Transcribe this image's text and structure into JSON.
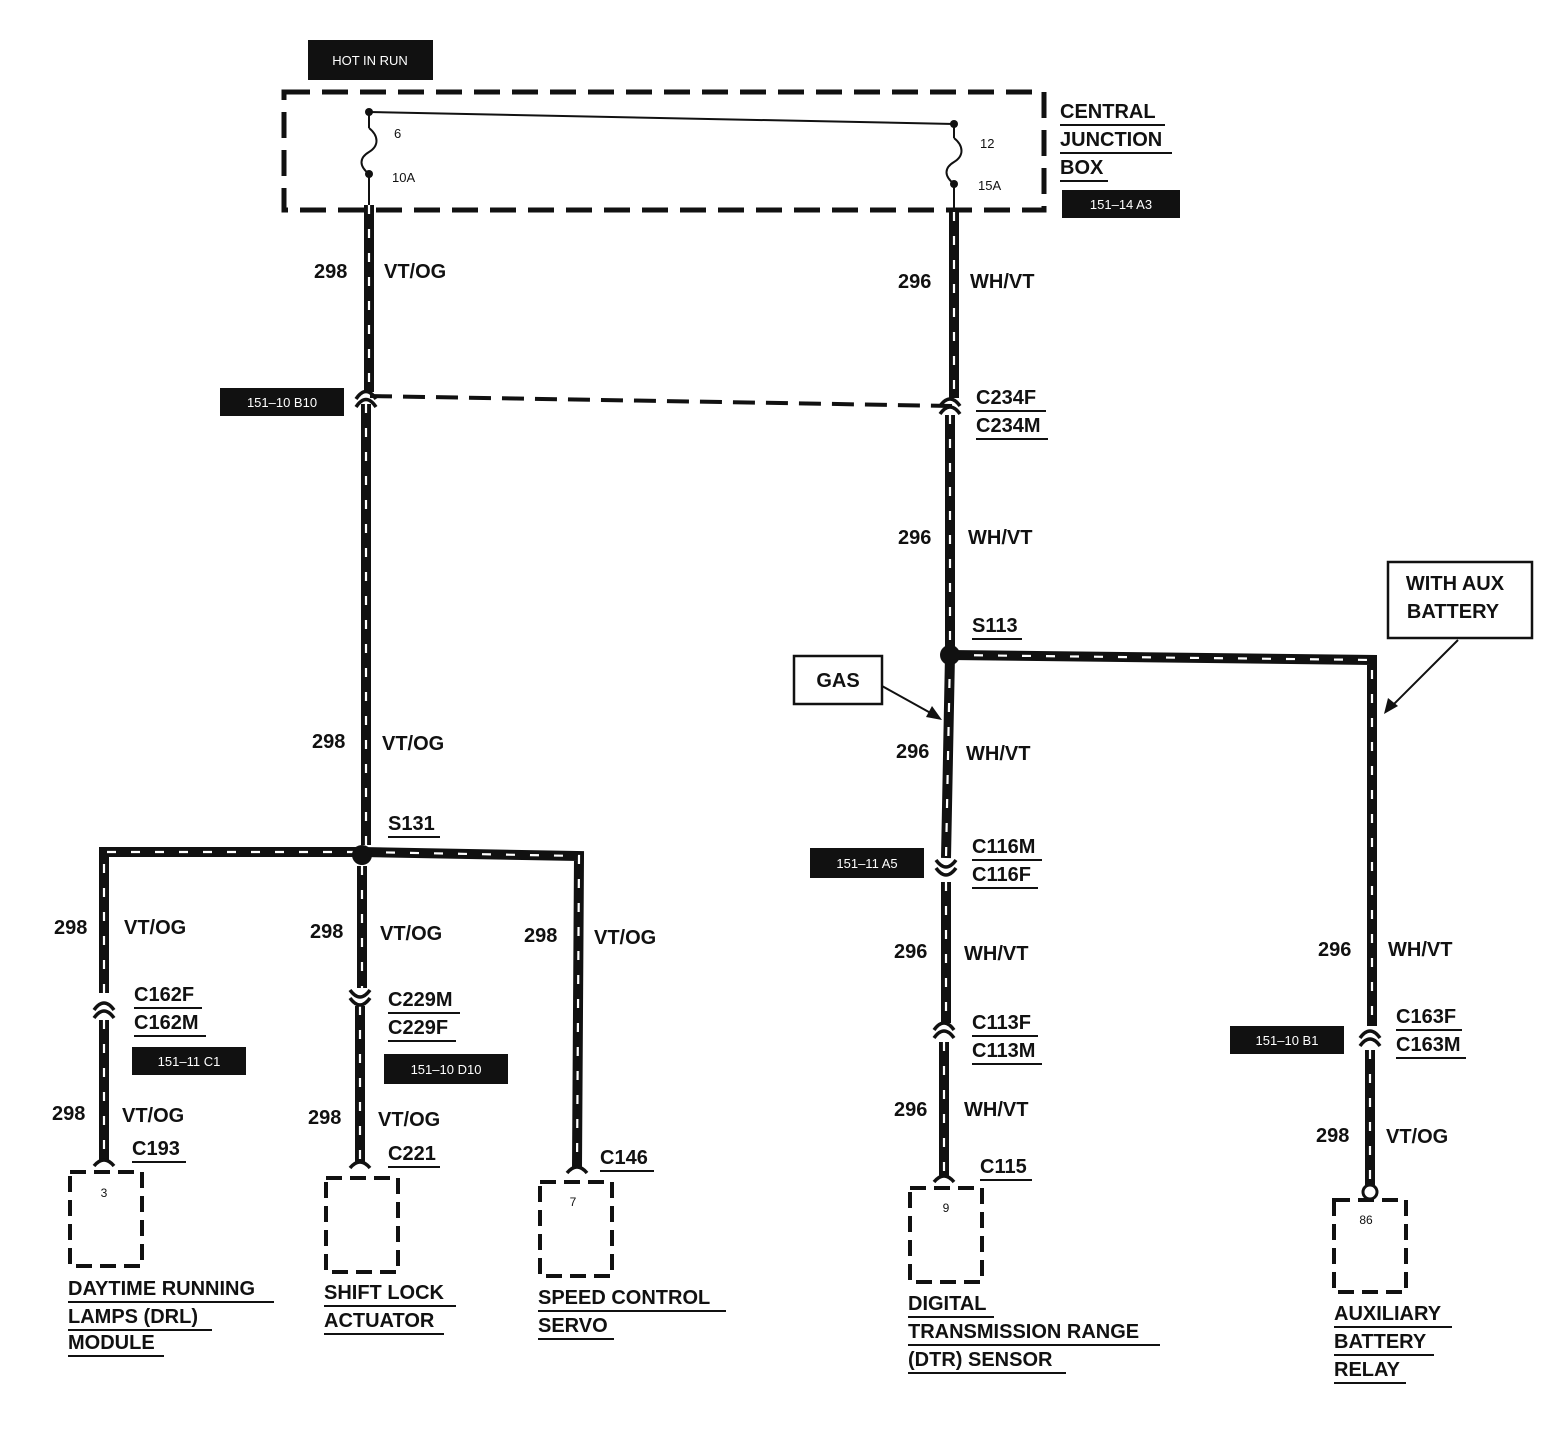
{
  "hot_in_run": "HOT IN RUN",
  "junction_box": {
    "title": [
      "CENTRAL",
      "JUNCTION",
      "BOX"
    ],
    "ref": "151–14 A3",
    "fuse_left": {
      "number": "6",
      "rating": "10A"
    },
    "fuse_right": {
      "number": "12",
      "rating": "15A"
    }
  },
  "circuits": {
    "c298": "298",
    "c296": "296",
    "vtog": "VT/OG",
    "whvt": "WH/VT"
  },
  "refs": {
    "b10": "151–10 B10",
    "a5": "151–11 A5",
    "c1": "151–11 C1",
    "d10": "151–10 D10",
    "b1": "151–10 B1"
  },
  "connectors": {
    "c234f": "C234F",
    "c234m": "C234M",
    "c116m": "C116M",
    "c116f": "C116F",
    "c113f": "C113F",
    "c113m": "C113M",
    "c162f": "C162F",
    "c162m": "C162M",
    "c229m": "C229M",
    "c229f": "C229F",
    "c163f": "C163F",
    "c163m": "C163M",
    "c193": "C193",
    "c221": "C221",
    "c146": "C146",
    "c115": "C115"
  },
  "splices": {
    "s113": "S113",
    "s131": "S131"
  },
  "notes": {
    "gas": "GAS",
    "aux": [
      "WITH AUX",
      "BATTERY"
    ]
  },
  "components": {
    "drl": {
      "pin": "3",
      "name": [
        "DAYTIME RUNNING",
        "LAMPS (DRL)",
        "MODULE"
      ]
    },
    "shift": {
      "name": [
        "SHIFT LOCK",
        "ACTUATOR"
      ]
    },
    "speed": {
      "pin": "7",
      "name": [
        "SPEED CONTROL",
        "SERVO"
      ]
    },
    "dtr": {
      "pin": "9",
      "name": [
        "DIGITAL",
        "TRANSMISSION RANGE",
        "(DTR) SENSOR"
      ]
    },
    "aux": {
      "pin": "86",
      "name": [
        "AUXILIARY",
        "BATTERY",
        "RELAY"
      ]
    }
  }
}
